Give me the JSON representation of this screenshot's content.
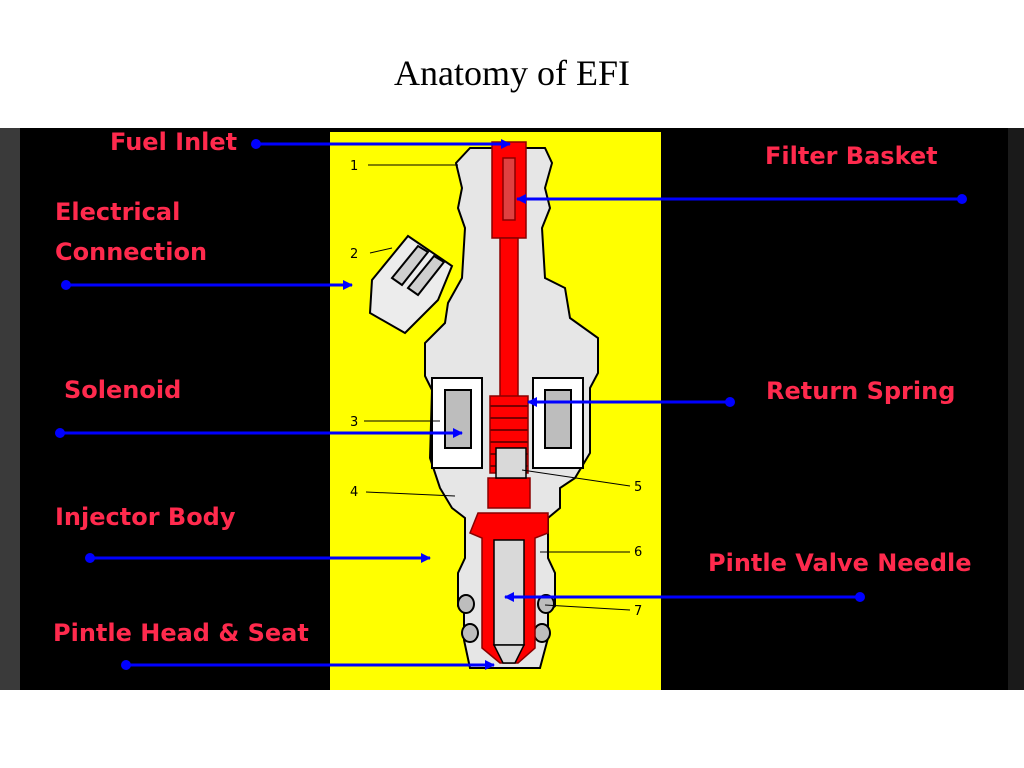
{
  "slide": {
    "title": "Anatomy of EFI"
  },
  "diagram": {
    "labels": {
      "fuel_inlet": "Fuel Inlet",
      "filter_basket": "Filter Basket",
      "electrical_connection_1": "Electrical",
      "electrical_connection_2": "Connection",
      "solenoid": "Solenoid",
      "return_spring": "Return Spring",
      "injector_body": "Injector Body",
      "pintle_valve_needle": "Pintle Valve Needle",
      "pintle_head_seat": "Pintle Head & Seat"
    },
    "part_numbers": [
      "1",
      "2",
      "3",
      "4",
      "5",
      "6",
      "7"
    ],
    "colors": {
      "background": "#000000",
      "panel": "#ffff00",
      "label": "#ff2a4d",
      "arrow": "#0000ff",
      "fuel_path": "#ff0000",
      "injector_body": "#e6e6e6"
    }
  }
}
